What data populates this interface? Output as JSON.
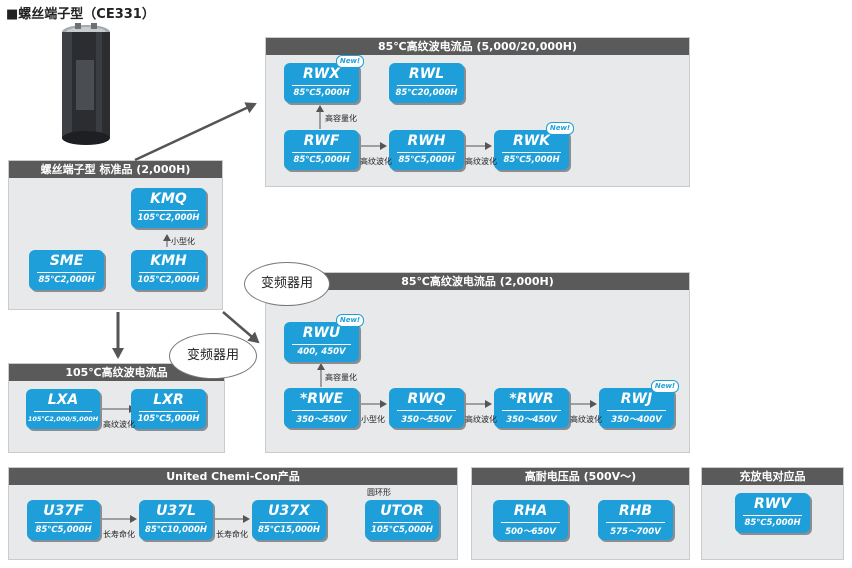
{
  "page_title": "■螺丝端子型（CE331）",
  "bubbles": {
    "inverter_1": "变频器用",
    "inverter_2": "变频器用"
  },
  "panels": {
    "standard": {
      "title": "螺丝端子型 标准品 (2,000H)",
      "nodes": {
        "kmq": {
          "name": "KMQ",
          "spec": "105℃2,000H"
        },
        "kmh": {
          "name": "KMH",
          "spec": "105℃2,000H"
        },
        "sme": {
          "name": "SME",
          "spec": "85℃2,000H"
        }
      },
      "labels": {
        "miniaturize": "小型化"
      }
    },
    "ripple85_long": {
      "title": "85℃高纹波电流品 (5,000/20,000H)",
      "nodes": {
        "rwx": {
          "name": "RWX",
          "spec": "85℃5,000H",
          "badge": "New!"
        },
        "rwl": {
          "name": "RWL",
          "spec": "85℃20,000H"
        },
        "rwf": {
          "name": "RWF",
          "spec": "85℃5,000H"
        },
        "rwh": {
          "name": "RWH",
          "spec": "85℃5,000H"
        },
        "rwk": {
          "name": "RWK",
          "spec": "85℃5,000H",
          "badge": "New!"
        }
      },
      "labels": {
        "high_capacity": "高容量化",
        "high_ripple_1": "高纹波化",
        "high_ripple_2": "高纹波化"
      }
    },
    "ripple85_2000": {
      "title": "85℃高纹波电流品 (2,000H)",
      "nodes": {
        "rwu": {
          "name": "RWU",
          "spec": "400, 450V",
          "badge": "New!"
        },
        "rwe": {
          "name": "RWE",
          "prefix": "*",
          "spec": "350～550V"
        },
        "rwq": {
          "name": "RWQ",
          "spec": "350～550V"
        },
        "rwr": {
          "name": "RWR",
          "prefix": "*",
          "spec": "350～450V"
        },
        "rwj": {
          "name": "RWJ",
          "spec": "350～400V",
          "badge": "New!"
        }
      },
      "labels": {
        "high_capacity": "高容量化",
        "miniaturize": "小型化",
        "high_ripple_1": "高纹波化",
        "high_ripple_2": "高纹波化"
      }
    },
    "ripple105": {
      "title": "105℃高纹波电流品",
      "nodes": {
        "lxa": {
          "name": "LXA",
          "spec": "105℃2,000/5,000H"
        },
        "lxr": {
          "name": "LXR",
          "spec": "105℃5,000H"
        }
      },
      "labels": {
        "high_ripple": "高纹波化"
      }
    },
    "ucc": {
      "title": "United Chemi-Con产品",
      "nodes": {
        "u37f": {
          "name": "U37F",
          "spec": "85℃5,000H"
        },
        "u37l": {
          "name": "U37L",
          "spec": "85℃10,000H"
        },
        "u37x": {
          "name": "U37X",
          "spec": "85℃15,000H"
        },
        "utor": {
          "name": "UTOR",
          "spec": "105℃5,000H"
        }
      },
      "labels": {
        "long_life_1": "长寿命化",
        "long_life_2": "长寿命化",
        "toroidal": "圆环形"
      }
    },
    "hv": {
      "title": "高耐电压品 (500V～)",
      "nodes": {
        "rha": {
          "name": "RHA",
          "spec": "500～650V"
        },
        "rhb": {
          "name": "RHB",
          "spec": "575～700V"
        }
      }
    },
    "charge": {
      "title": "充放电对应品",
      "nodes": {
        "rwv": {
          "name": "RWV",
          "spec": "85℃5,000H"
        }
      }
    }
  },
  "colors": {
    "node": "#1f9fd9",
    "panel": "#e8e9eb",
    "header": "#5a5a5a",
    "arrow": "#555555"
  }
}
